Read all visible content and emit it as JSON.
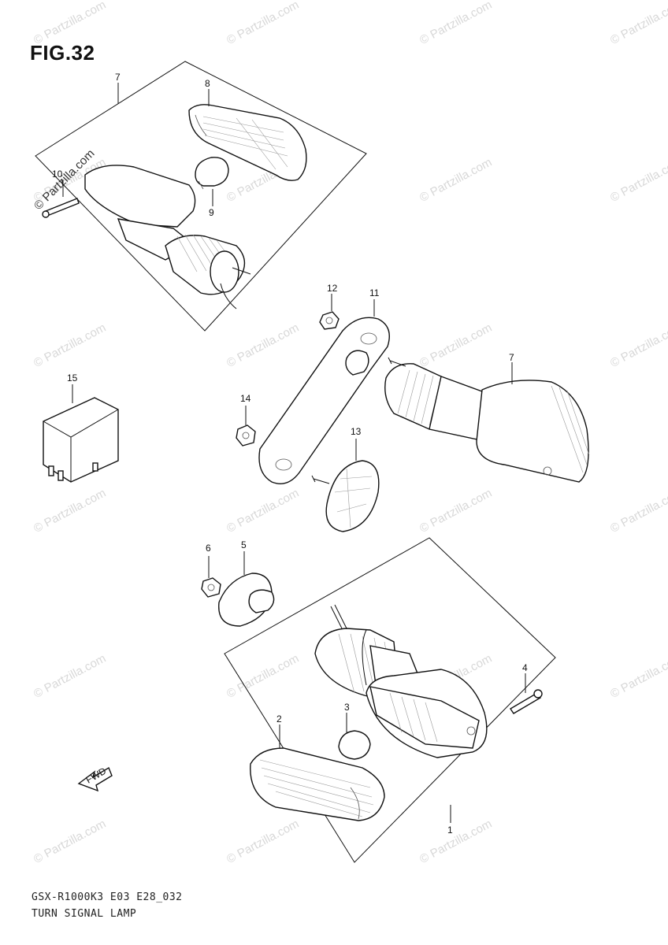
{
  "figure": {
    "title": "FIG.32"
  },
  "watermark": {
    "text": "© Partzilla.com",
    "color": "#d8d8d8"
  },
  "callouts": {
    "p1": "1",
    "p2": "2",
    "p3": "3",
    "p4": "4",
    "p5": "5",
    "p6": "6",
    "p7a": "7",
    "p7b": "7",
    "p8": "8",
    "p9": "9",
    "p10": "10",
    "p11": "11",
    "p12": "12",
    "p13": "13",
    "p14": "14",
    "p15": "15"
  },
  "fwd_label": "FWD",
  "footer": {
    "code": "GSX-R1000K3 E03 E28_032",
    "title": "TURN SIGNAL LAMP"
  }
}
